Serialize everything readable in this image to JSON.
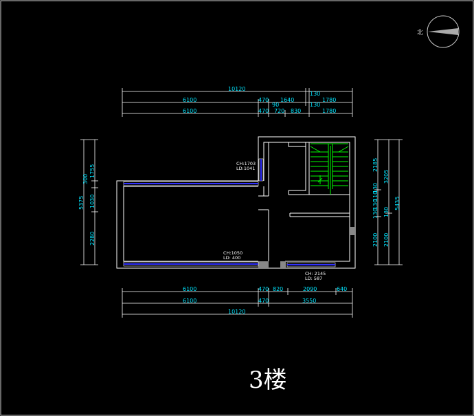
{
  "title": "3楼",
  "compass": {
    "label": "北"
  },
  "top_dims": {
    "row1": [
      "10120",
      "130"
    ],
    "row2": [
      "6100",
      "470",
      "1640",
      "130",
      "1780",
      "90"
    ],
    "row3": [
      "6100",
      "470",
      "720",
      "830",
      "1780"
    ]
  },
  "bottom_dims": {
    "row1": [
      "6100",
      "470",
      "820",
      "2090",
      "640"
    ],
    "row2": [
      "6100",
      "470",
      "3550"
    ],
    "row3": [
      "10120"
    ]
  },
  "left_dims": [
    "5375",
    "1755",
    "300",
    "1030",
    "2280"
  ],
  "right_dims": [
    "2185",
    "3205",
    "130",
    "110",
    "130",
    "130",
    "130",
    "5435",
    "2100",
    "2100"
  ],
  "windows": [
    {
      "ch": "CH:1703",
      "ld": "LD:1041"
    },
    {
      "ch": "CH:1050",
      "ld": "LD: 400"
    },
    {
      "ch": "CH: 2145",
      "ld": "LD: 587"
    }
  ],
  "colors": {
    "wall": "#ffffff",
    "dimension": "#00e5ff",
    "stair": "#00ff00",
    "window": "#0000ff",
    "background": "#000000"
  }
}
